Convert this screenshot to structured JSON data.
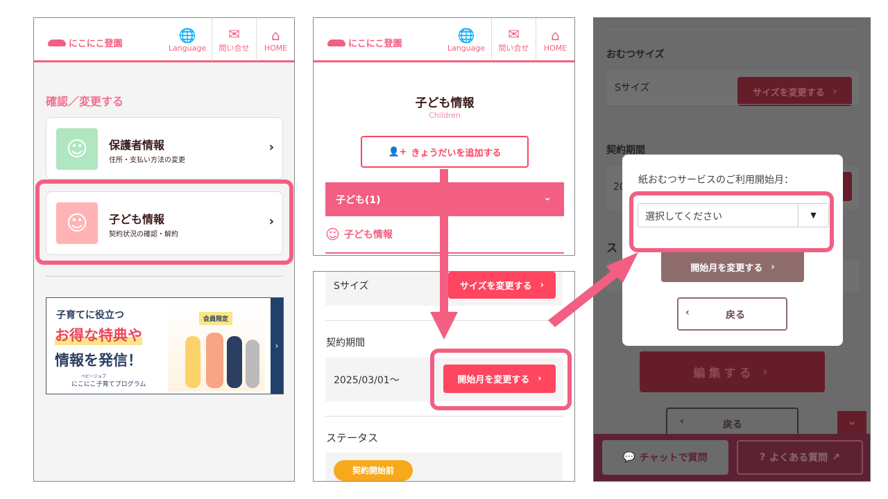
{
  "header": {
    "logo": "にこにこ登園",
    "nav": [
      {
        "label": "Language",
        "icon": "globe-icon"
      },
      {
        "label": "問い合せ",
        "icon": "mail-icon"
      },
      {
        "label": "HOME",
        "icon": "home-icon"
      }
    ]
  },
  "screen1": {
    "section_title": "確認／変更する",
    "cards": [
      {
        "title": "保護者情報",
        "subtitle": "住所・支払い方法の変更",
        "color": "#b0e6c0"
      },
      {
        "title": "子ども情報",
        "subtitle": "契約状況の確認・解約",
        "color": "#ffb3b5"
      }
    ],
    "banner": {
      "line1": "子育てに役立つ",
      "line2": "お得な特典や",
      "line3": "情報を発信！",
      "badge": "会員限定",
      "brand_ruby": "ベビージョブ",
      "brand": "にこにこ子育てプログラム"
    }
  },
  "screen2": {
    "title": "子ども情報",
    "subtitle": "Children",
    "add_button": "きょうだいを追加する",
    "accordion": "子ども(1)",
    "section": "子ども情報",
    "size_value": "Sサイズ",
    "size_button": "サイズを変更する",
    "period_label": "契約期間",
    "period_value": "2025/03/01〜",
    "period_button": "開始月を変更する",
    "status_label": "ステータス",
    "status_badge": "契約開始前"
  },
  "screen3": {
    "diaper_label": "おむつサイズ",
    "size_value": "Sサイズ",
    "size_button": "サイズを変更する",
    "period_label": "契約期間",
    "period_value_partial": "20",
    "status_partial": "ス",
    "modal": {
      "label": "紙おむつサービスのご利用開始月：",
      "select_placeholder": "選択してください",
      "submit": "開始月を変更する",
      "back": "戻る"
    },
    "edit_button": "編集する",
    "back_button": "戻る",
    "footer": {
      "chat": "チャットで質問",
      "faq": "よくある質問"
    }
  },
  "colors": {
    "accent": "#f25f82",
    "button": "#ff4560",
    "badge": "#f7a81b"
  }
}
